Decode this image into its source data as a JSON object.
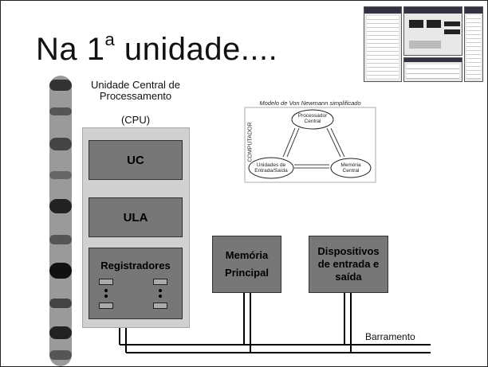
{
  "slide": {
    "title_prefix": "Na 1",
    "title_sup": "a",
    "title_suffix": " unidade...."
  },
  "cpu": {
    "heading_line1": "Unidade Central de",
    "heading_line2": "Processamento",
    "heading_line3": "(CPU)",
    "uc": "UC",
    "ula": "ULA",
    "registers": "Registradores"
  },
  "memory": {
    "line1": "Memória",
    "line2": "Principal"
  },
  "devices": {
    "line1": "Dispositivos",
    "line2": "de entrada e",
    "line3": "saída"
  },
  "bus": {
    "label": "Barramento"
  },
  "von_neumann": {
    "title": "Modelo de Von Newmann simplificado",
    "side_label": "COMPUTADOR",
    "processor_line1": "Processador",
    "processor_line2": "Central",
    "io_line1": "Unidades de",
    "io_line2": "Entrada/Saída",
    "memory_line1": "Memória",
    "memory_line2": "Central"
  }
}
